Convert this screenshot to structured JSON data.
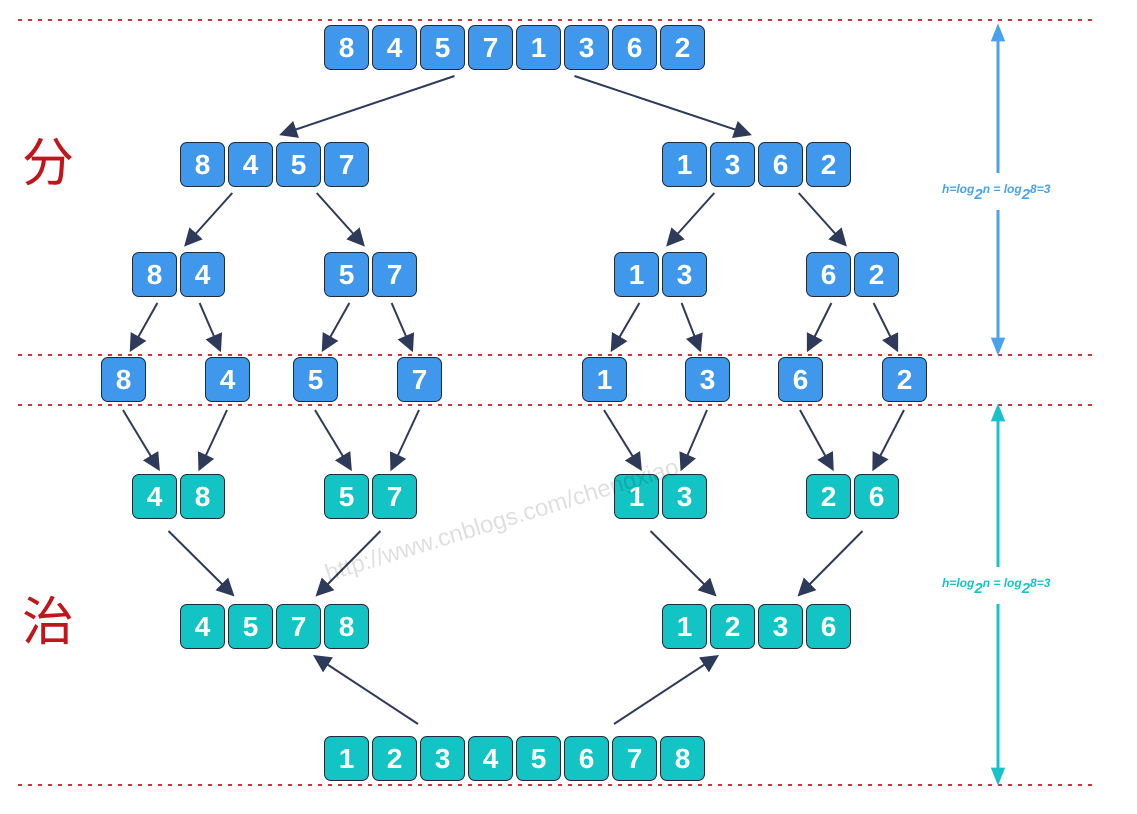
{
  "title_divide": "分",
  "title_conquer": "治",
  "height_formula_divide": {
    "pre": "h=log",
    "sub": "2",
    "mid": "n = log",
    "sub2": "2",
    "post": "8=3"
  },
  "height_formula_conquer": {
    "pre": "h=log",
    "sub": "2",
    "mid": "n = log",
    "sub2": "2",
    "post": "8=3"
  },
  "watermark": "http://www.cnblogs.com/chengxiao",
  "colors": {
    "divide_cell": "#3f98ec",
    "conquer_cell": "#13c4c4",
    "divide_bracket": "#4aa3ea",
    "conquer_bracket": "#17c3c9",
    "guide_line": "#d4333c",
    "arrow": "#2e3a59",
    "title_text": "#c0151b"
  },
  "divide_levels": [
    [
      [
        8,
        4,
        5,
        7,
        1,
        3,
        6,
        2
      ]
    ],
    [
      [
        8,
        4,
        5,
        7
      ],
      [
        1,
        3,
        6,
        2
      ]
    ],
    [
      [
        8,
        4
      ],
      [
        5,
        7
      ],
      [
        1,
        3
      ],
      [
        6,
        2
      ]
    ],
    [
      [
        8
      ],
      [
        4
      ],
      [
        5
      ],
      [
        7
      ],
      [
        1
      ],
      [
        3
      ],
      [
        6
      ],
      [
        2
      ]
    ]
  ],
  "conquer_levels": [
    [
      [
        4,
        8
      ],
      [
        5,
        7
      ],
      [
        1,
        3
      ],
      [
        2,
        6
      ]
    ],
    [
      [
        4,
        5,
        7,
        8
      ],
      [
        1,
        2,
        3,
        6
      ]
    ],
    [
      [
        1,
        2,
        3,
        4,
        5,
        6,
        7,
        8
      ]
    ]
  ]
}
